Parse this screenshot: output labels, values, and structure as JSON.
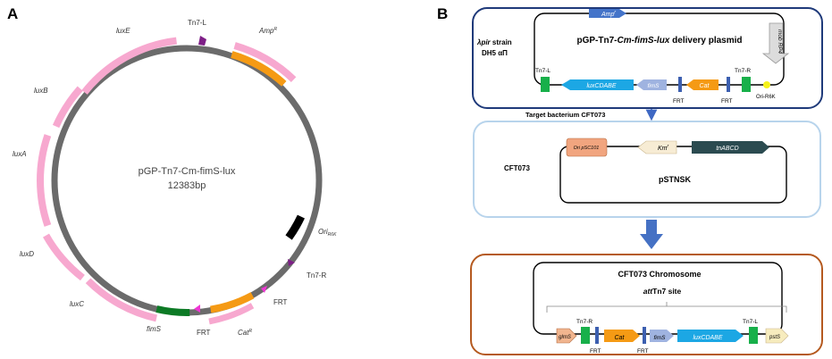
{
  "panel_a": {
    "letter": "A",
    "plasmid_name": "pGP-Tn7-Cm-fimS-lux",
    "plasmid_size": "12383bp",
    "labels": {
      "luxE": "luxE",
      "tn7l": "Tn7-L",
      "amp": "Amp",
      "amp_sup": "R",
      "luxB": "luxB",
      "luxA": "luxA",
      "ori": "Ori",
      "ori_sub": "R6K",
      "luxD": "luxD",
      "tn7r": "Tn7-R",
      "luxC": "luxC",
      "frt1": "FRT",
      "fimS": "fimS",
      "frt2": "FRT",
      "cat": "Cat",
      "cat_sup": "R"
    }
  },
  "panel_b": {
    "letter": "B",
    "box1": {
      "strain_line1": "λpir",
      "strain_line1b": " strain",
      "strain_line2": "DH5 αΠ",
      "title_a": "pGP-Tn7-",
      "title_b": "Cm-fimS-lux",
      "title_c": " delivery plasmid",
      "amp": "Amp",
      "amp_sup": "r",
      "mob": "mob RP4",
      "tn7l": "Tn7-L",
      "tn7r": "Tn7-R",
      "luxCDABE": "luxCDABE",
      "fimS": "fimS",
      "cat": "Cat",
      "frt1": "FRT",
      "frt2": "FRT",
      "ori": "Ori-R6K"
    },
    "target_label": "Target bacterium  CFT073",
    "box2": {
      "name": "CFT073",
      "plasmid": "pSTNSK",
      "ori": "Ori pSC101",
      "km": "Km",
      "km_sup": "r",
      "tn": "tnABCD"
    },
    "box3": {
      "title": "CFT073 Chromosome",
      "site_a": "att",
      "site_b": "Tn7 site",
      "glmS": "glmS",
      "tn7r": "Tn7-R",
      "cat": "Cat",
      "fimS": "fimS",
      "luxCDABE": "luxCDABE",
      "tn7l": "Tn7-L",
      "pstS": "pstS",
      "frt1": "FRT",
      "frt2": "FRT"
    }
  },
  "colors": {
    "pink": "#f7a8cf",
    "orange": "#f59a14",
    "green_dark": "#0c7a25",
    "green_bright": "#18b04a",
    "purple": "#7e1f87",
    "magenta": "#ee36d3",
    "cyan": "#1ca7e4",
    "blue_dark": "#1f3a7a",
    "blue_light": "#b8d4ec",
    "periwinkle": "#9fb3e0",
    "salmon": "#f1a57f",
    "teal_dark": "#2b4b50",
    "brown": "#b55a20"
  }
}
